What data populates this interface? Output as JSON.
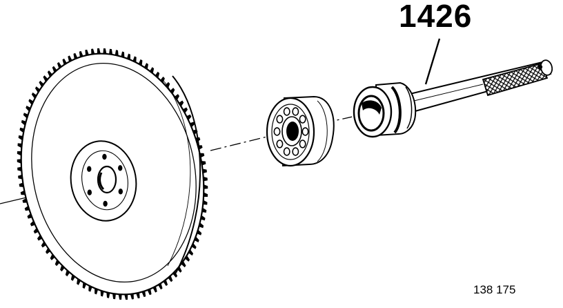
{
  "labels": {
    "tool_number": "1426",
    "figure_number": "138 175"
  },
  "colors": {
    "ink": "#000000",
    "paper": "#ffffff"
  },
  "parts": {
    "flywheel_gear_teeth": 96,
    "flywheel_bolt_holes": 6,
    "bearing_balls": 10
  }
}
